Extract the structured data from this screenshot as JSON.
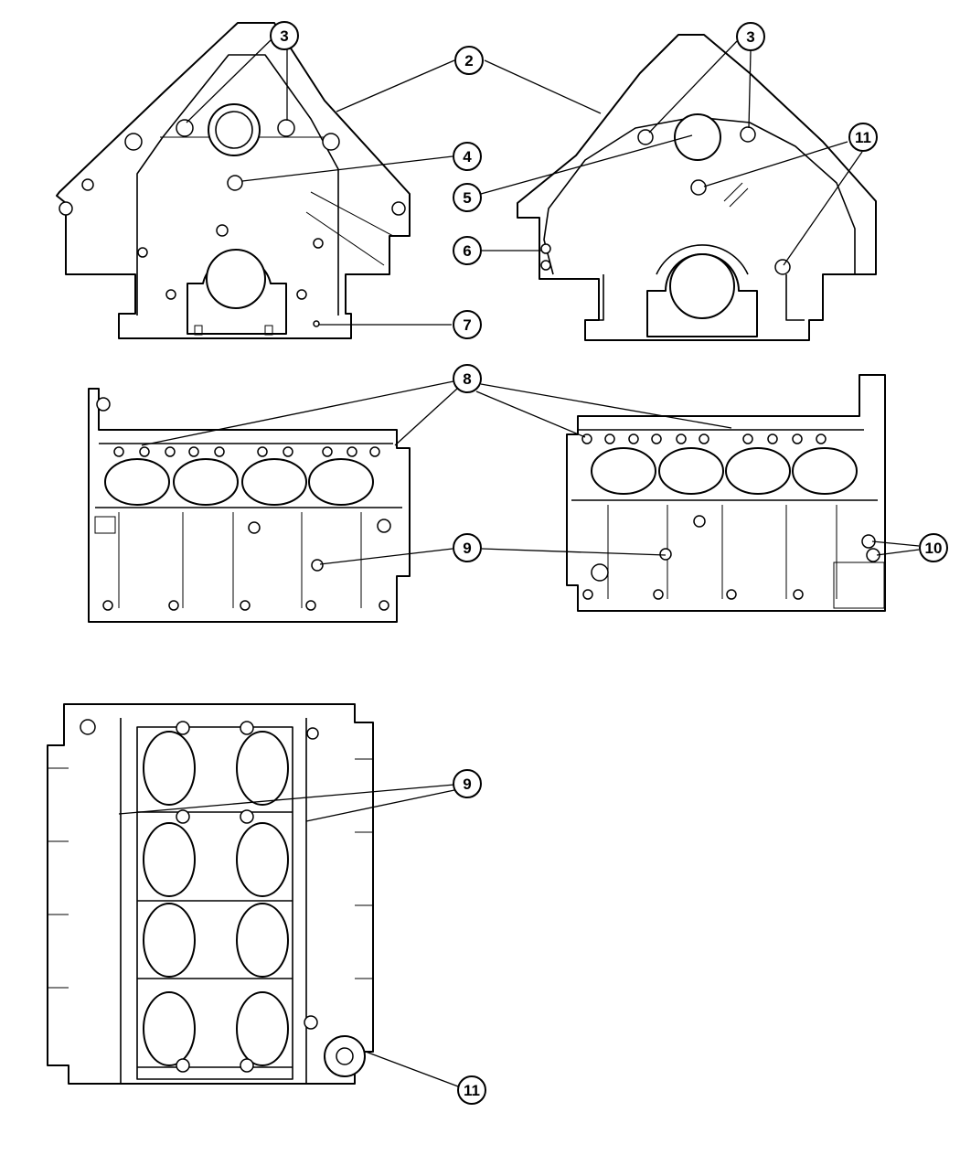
{
  "callouts": [
    {
      "id": "c3a",
      "label": "3"
    },
    {
      "id": "c2",
      "label": "2"
    },
    {
      "id": "c3b",
      "label": "3"
    },
    {
      "id": "c4",
      "label": "4"
    },
    {
      "id": "c11a",
      "label": "11"
    },
    {
      "id": "c5",
      "label": "5"
    },
    {
      "id": "c6",
      "label": "6"
    },
    {
      "id": "c7",
      "label": "7"
    },
    {
      "id": "c8",
      "label": "8"
    },
    {
      "id": "c9a",
      "label": "9"
    },
    {
      "id": "c10",
      "label": "10"
    },
    {
      "id": "c9b",
      "label": "9"
    },
    {
      "id": "c11b",
      "label": "11"
    }
  ],
  "views": {
    "front": "front-view",
    "rear": "rear-view",
    "left": "left-side-view",
    "right": "right-side-view",
    "bottom": "bottom-view"
  }
}
